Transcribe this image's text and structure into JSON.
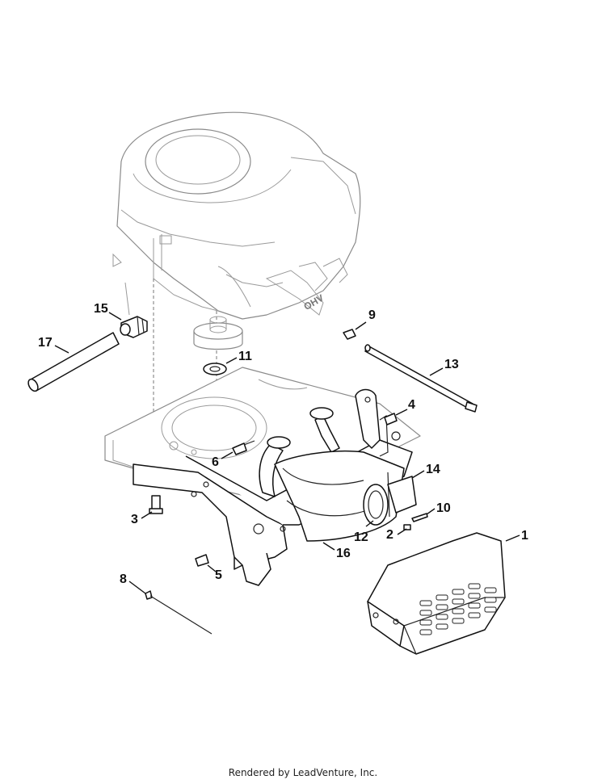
{
  "callouts": [
    {
      "id": "1",
      "label": "1"
    },
    {
      "id": "2",
      "label": "2"
    },
    {
      "id": "3",
      "label": "3"
    },
    {
      "id": "4",
      "label": "4"
    },
    {
      "id": "5",
      "label": "5"
    },
    {
      "id": "6",
      "label": "6"
    },
    {
      "id": "8",
      "label": "8"
    },
    {
      "id": "9",
      "label": "9"
    },
    {
      "id": "10",
      "label": "10"
    },
    {
      "id": "11",
      "label": "11"
    },
    {
      "id": "12",
      "label": "12"
    },
    {
      "id": "13",
      "label": "13"
    },
    {
      "id": "14",
      "label": "14"
    },
    {
      "id": "15",
      "label": "15"
    },
    {
      "id": "16",
      "label": "16"
    },
    {
      "id": "17",
      "label": "17"
    }
  ],
  "engine_badge": "OHV",
  "footer_text": "Rendered by LeadVenture, Inc."
}
